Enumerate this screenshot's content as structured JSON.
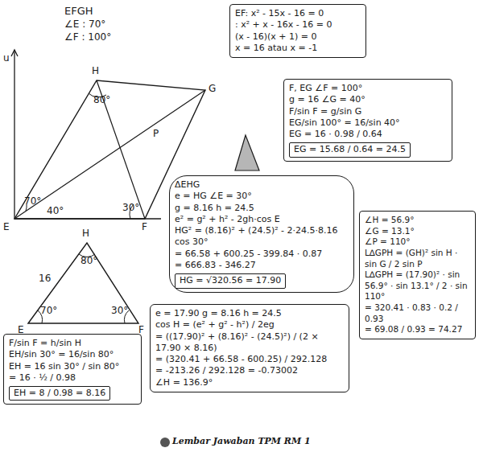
{
  "diagram": {
    "title": "EFGH",
    "nodes": [
      {
        "text": [
          "EF: x² - 15x - 16 = 0",
          ": x² + x - 16x - 16 = 0",
          "(x - 16)(x + 1) = 0",
          "x = 16 atau x = -1"
        ]
      },
      {
        "text": [
          "F, EG   ∠F = 100°",
          "g = 16   ∠G = 40°",
          "F/sin F = g/sin G",
          "EG/sin 100° = 16/sin 40°",
          "EG = 16 · 0.98 / 0.64"
        ]
      },
      {
        "text": [
          "EG = 15.68 / 0.64 = 24.5"
        ],
        "in": 1
      },
      {
        "text": [
          "ΔEHG",
          "e = HG   ∠E = 30°",
          "g = 8.16   h = 24.5",
          "e² = g² + h² - 2gh·cos E",
          "HG² = (8.16)² + (24.5)² - 2·24.5·8.16 cos 30°",
          "= 66.58 + 600.25 - 399.84 · 0.87",
          "= 666.83 - 346.27"
        ]
      },
      {
        "text": [
          "HG = √320.56 = 17.90"
        ],
        "in": 3
      },
      {
        "text": [
          "F/sin F = h/sin H",
          "EH/sin 30° = 16/sin 80°",
          "EH = 16 sin 30° / sin 80°",
          "= 16 · ½ / 0.98"
        ]
      },
      {
        "text": [
          "EH = 8 / 0.98 = 8.16"
        ],
        "in": 5
      },
      {
        "text": [
          "e = 17.90   g = 8.16   h = 24.5",
          "cos H = (e² + g² - h²) / 2eg",
          "= ((17.90)² + (8.16)² - (24.5)²) / (2 × 17.90 × 8.16)",
          "= (320.41 + 66.58 - 600.25) / 292.128",
          "= -213.26 / 292.128 = -0.73002",
          "∠H = 136.9°"
        ]
      },
      {
        "text": [
          "∠H = 56.9°",
          "∠G = 13.1°",
          "∠P = 110°",
          "L∆GPH = (GH)² sin H · sin G / 2 sin P",
          "L∆GPH = (17.90)² · sin 56.9° · sin 13.1° / 2 · sin 110°",
          "= 320.41 · 0.83 · 0.2 / 0.93",
          "= 69.08 / 0.93 = 74.27"
        ]
      }
    ],
    "labels": [
      "∠E : 70°",
      "∠F : 100°",
      "u",
      "H",
      "G",
      "E",
      "F",
      "P",
      "70°",
      "40°",
      "80°",
      "30°",
      "H",
      "E",
      "F",
      "16",
      "70°",
      "30°",
      "80°",
      "Lembar Jawaban TPM RM 1"
    ]
  }
}
